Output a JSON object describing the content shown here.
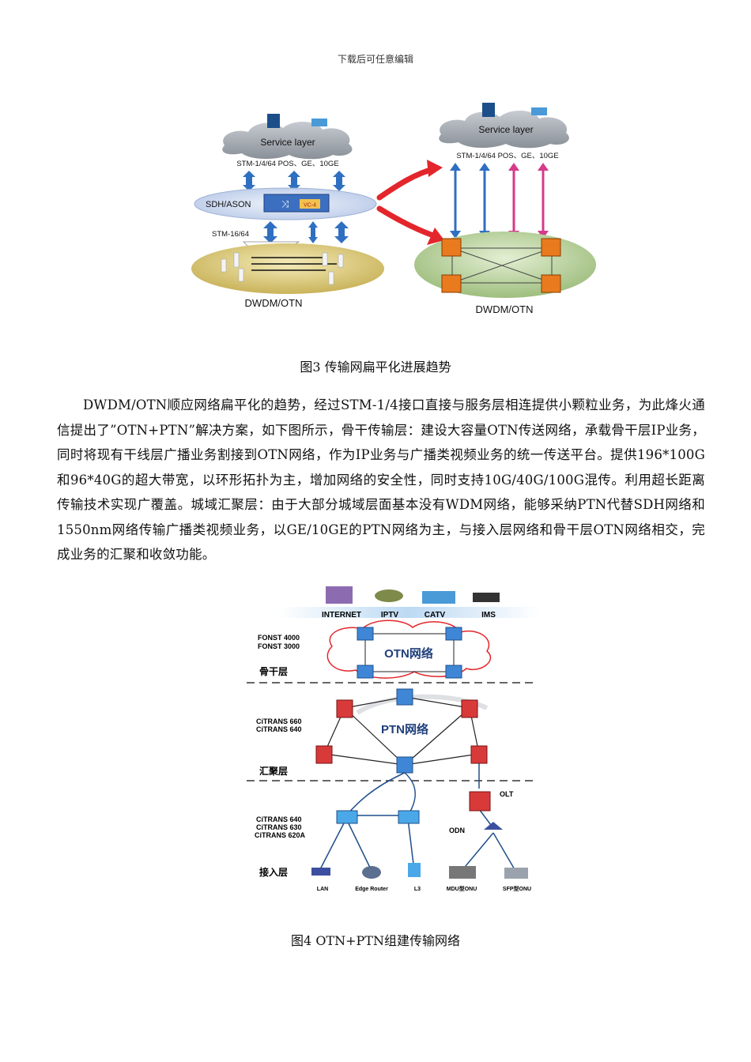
{
  "header": {
    "note": "下载后可任意编辑"
  },
  "figure3": {
    "caption": "图3 传输网扁平化进展趋势",
    "left": {
      "service_layer": "Service layer",
      "interfaces": "STM-1/4/64 POS、GE、10GE",
      "sdh_label": "SDH/ASON",
      "vc_label": "VC-4",
      "stm_label": "STM-16/64",
      "dwdm_label": "DWDM/OTN"
    },
    "right": {
      "service_layer": "Service layer",
      "interfaces": "STM-1/4/64 POS、GE、10GE",
      "dwdm_label": "DWDM/OTN"
    },
    "colors": {
      "blue_arrow": "#2f6fc1",
      "pink_arrow": "#d63a8a",
      "red_arrow": "#e3262b"
    }
  },
  "paragraph": {
    "text": "DWDM/OTN顺应网络扁平化的趋势，经过STM-1/4接口直接与服务层相连提供小颗粒业务，为此烽火通信提出了”OTN+PTN”解决方案，如下图所示，骨干传输层：建设大容量OTN传送网络，承载骨干层IP业务，同时将现有干线层广播业务割接到OTN网络，作为IP业务与广播类视频业务的统一传送平台。提供196*100G和96*40G的超大带宽，以环形拓扑为主，增加网络的安全性，同时支持10G/40G/100G混传。利用超长距离传输技术实现广覆盖。城域汇聚层：由于大部分城域层面基本没有WDM网络，能够采纳PTN代替SDH网络和1550nm网络传输广播类视频业务，以GE/10GE的PTN网络为主，与接入层网络和骨干层OTN网络相交，完成业务的汇聚和收敛功能。"
  },
  "figure4": {
    "caption": "图4 OTN+PTN组建传输网络",
    "services": [
      "INTERNET",
      "IPTV",
      "CATV",
      "IMS"
    ],
    "otn": {
      "devices": "FONST 4000\nFONST 3000",
      "cloud_label": "OTN网络",
      "layer": "骨干层"
    },
    "ptn": {
      "devices": "CiTRANS 660\nCiTRANS 640",
      "cloud_label": "PTN网络",
      "layer": "汇聚层"
    },
    "access": {
      "devices": "CiTRANS 640\nCiTRANS 630\nCiTRANS 620A",
      "layer": "接入层",
      "olt": "OLT",
      "odn": "ODN"
    },
    "endpoints": [
      "LAN",
      "Edge Router",
      "L3",
      "MDU型ONU",
      "SFP型ONU"
    ]
  }
}
